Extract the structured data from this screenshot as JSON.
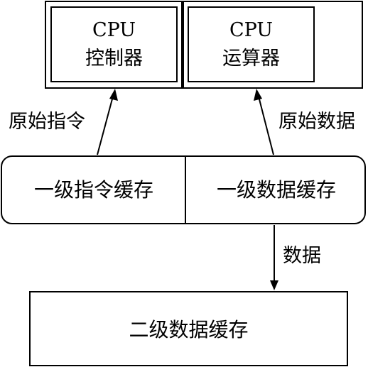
{
  "cpu": {
    "controller": {
      "line1": "CPU",
      "line2": "控制器"
    },
    "alu": {
      "line1": "CPU",
      "line2": "运算器"
    }
  },
  "l1": {
    "instruction_cache": "一级指令缓存",
    "data_cache": "一级数据缓存"
  },
  "l2": {
    "data_cache": "二级数据缓存"
  },
  "arrows": {
    "raw_instruction": "原始指令",
    "raw_data": "原始数据",
    "data": "数据"
  }
}
